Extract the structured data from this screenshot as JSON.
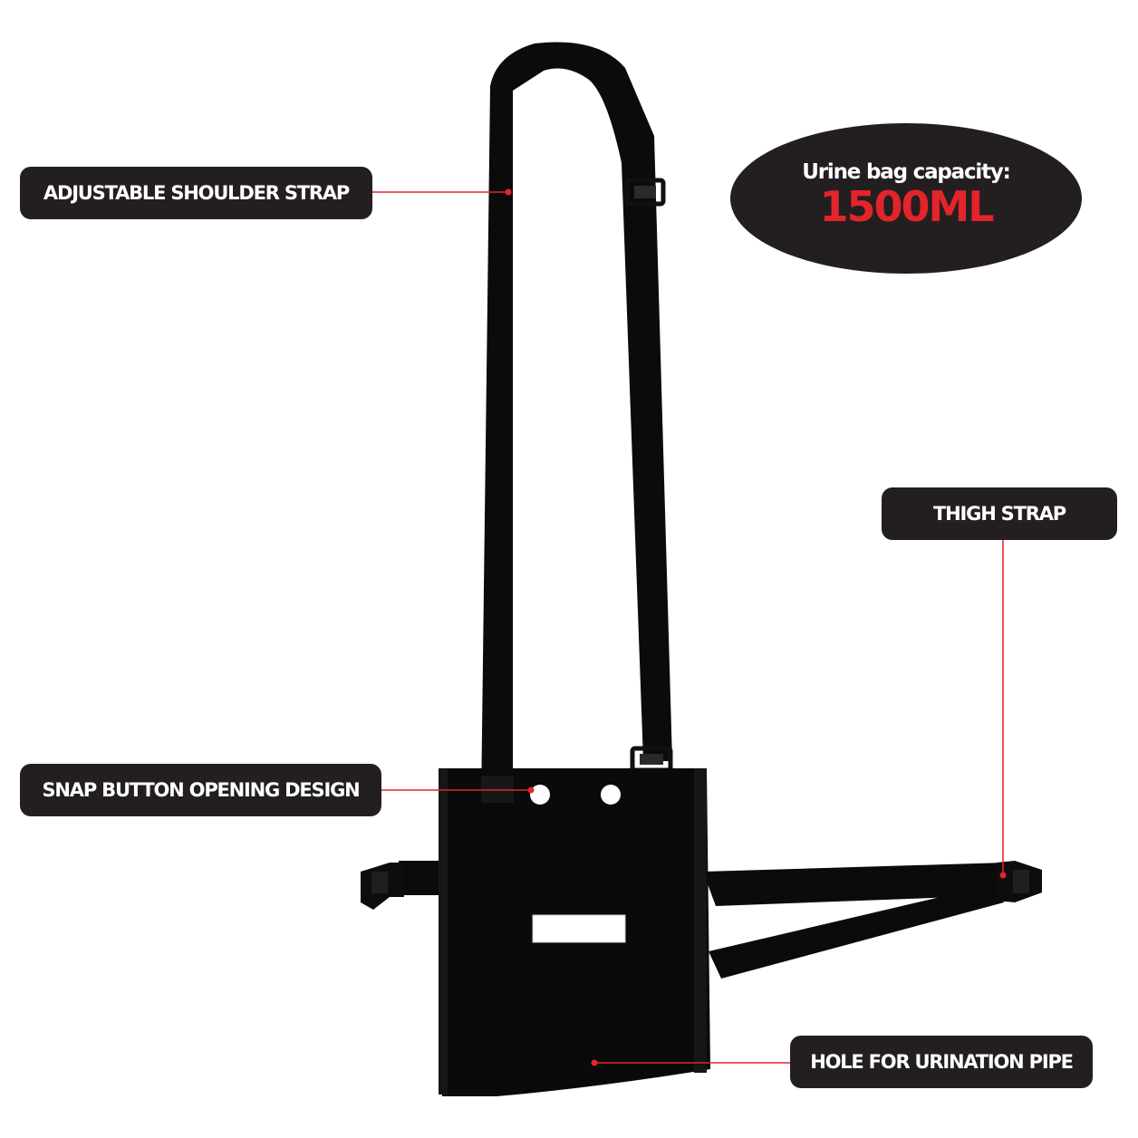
{
  "callouts": {
    "shoulder_strap": "ADJUSTABLE SHOULDER STRAP",
    "thigh_strap": "THIGH STRAP",
    "snap_button": "SNAP BUTTON OPENING DESIGN",
    "urination_hole": "HOLE FOR URINATION PIPE"
  },
  "capacity": {
    "title": "Urine bag capacity:",
    "value": "1500ML"
  },
  "colors": {
    "label_background": "#231f20",
    "accent_red": "#e3242b",
    "product_black": "#0b0b0b"
  }
}
